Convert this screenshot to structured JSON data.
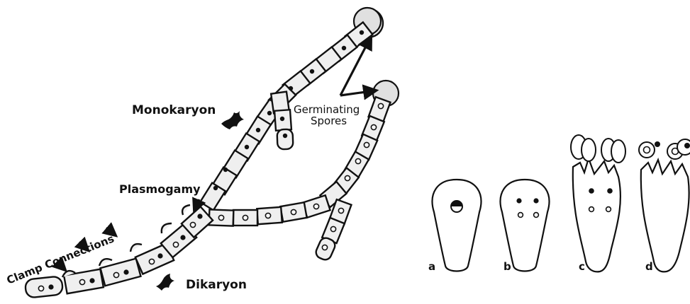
{
  "labels": {
    "monokaryon": "Monokaryon",
    "germinating_line1": "Germinating",
    "germinating_line2": "Spores",
    "plasmogamy": "Plasmogamy",
    "clamp_connections": "Clamp Connections",
    "dikaryon": "Dikaryon"
  },
  "stages": [
    "a",
    "b",
    "c",
    "d"
  ],
  "colors": {
    "ink": "#111111",
    "cell_fill": "#efefef",
    "background": "#ffffff"
  }
}
